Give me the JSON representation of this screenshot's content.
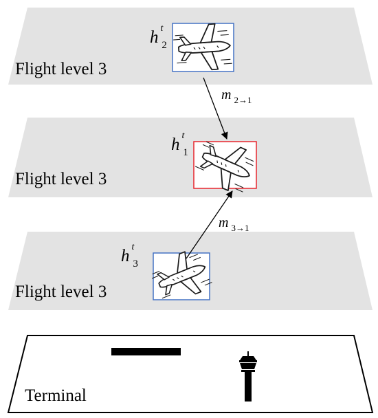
{
  "colors": {
    "plane_fill": "#e3e3e3",
    "box_neighbor": "#4472c4",
    "box_target": "#e8262e",
    "arrow": "#000000",
    "terminal_border": "#000000"
  },
  "levels": [
    {
      "label": "Flight level 3",
      "state": {
        "base": "h",
        "sup": "t",
        "sub": "2"
      },
      "box_color": "blue"
    },
    {
      "label": "Flight level 3",
      "state": {
        "base": "h",
        "sup": "t",
        "sub": "1"
      },
      "box_color": "red"
    },
    {
      "label": "Flight level 3",
      "state": {
        "base": "h",
        "sup": "t",
        "sub": "3"
      },
      "box_color": "blue"
    }
  ],
  "messages": [
    {
      "base": "m",
      "sub": "2→1"
    },
    {
      "base": "m",
      "sub": "3→1"
    }
  ],
  "terminal": {
    "label": "Terminal",
    "icons": [
      "runway-icon",
      "control-tower-icon"
    ]
  },
  "icons": [
    "airplane-icon"
  ]
}
